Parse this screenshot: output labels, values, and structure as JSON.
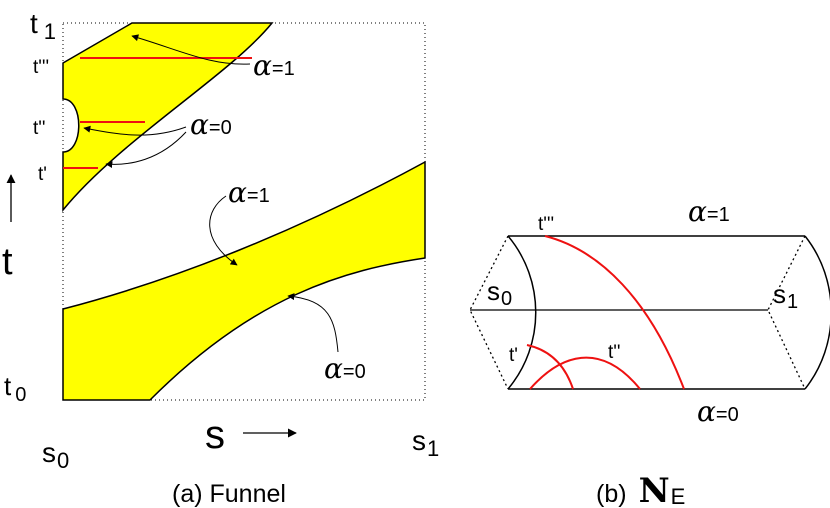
{
  "panel_a": {
    "caption": "(a) Funnel",
    "axis_t": "t",
    "axis_s": "s",
    "t1": "t",
    "t1_sub": "1",
    "t0": "t",
    "t0_sub": "0",
    "s0": "s",
    "s0_sub": "0",
    "s1": "s",
    "s1_sub": "1",
    "t_triple_prime": "t'''",
    "t_double_prime": "t''",
    "t_prime": "t'",
    "alpha_symbol": "α",
    "alpha1_upper": "=1",
    "alpha0_upper": "=0",
    "alpha1_lower": "=1",
    "alpha0_lower": "=0"
  },
  "panel_b": {
    "caption_prefix": "(b)",
    "caption_main": "N",
    "caption_sub": "E",
    "t_triple_prime": "t'''",
    "t_double_prime": "t''",
    "t_prime": "t'",
    "s0": "s",
    "s0_sub": "0",
    "s1": "s",
    "s1_sub": "1",
    "alpha_symbol": "α",
    "alpha1": "=1",
    "alpha0": "=0"
  },
  "colors": {
    "fill": "#ffff00",
    "path": "#ee1111",
    "stroke": "#000000"
  }
}
